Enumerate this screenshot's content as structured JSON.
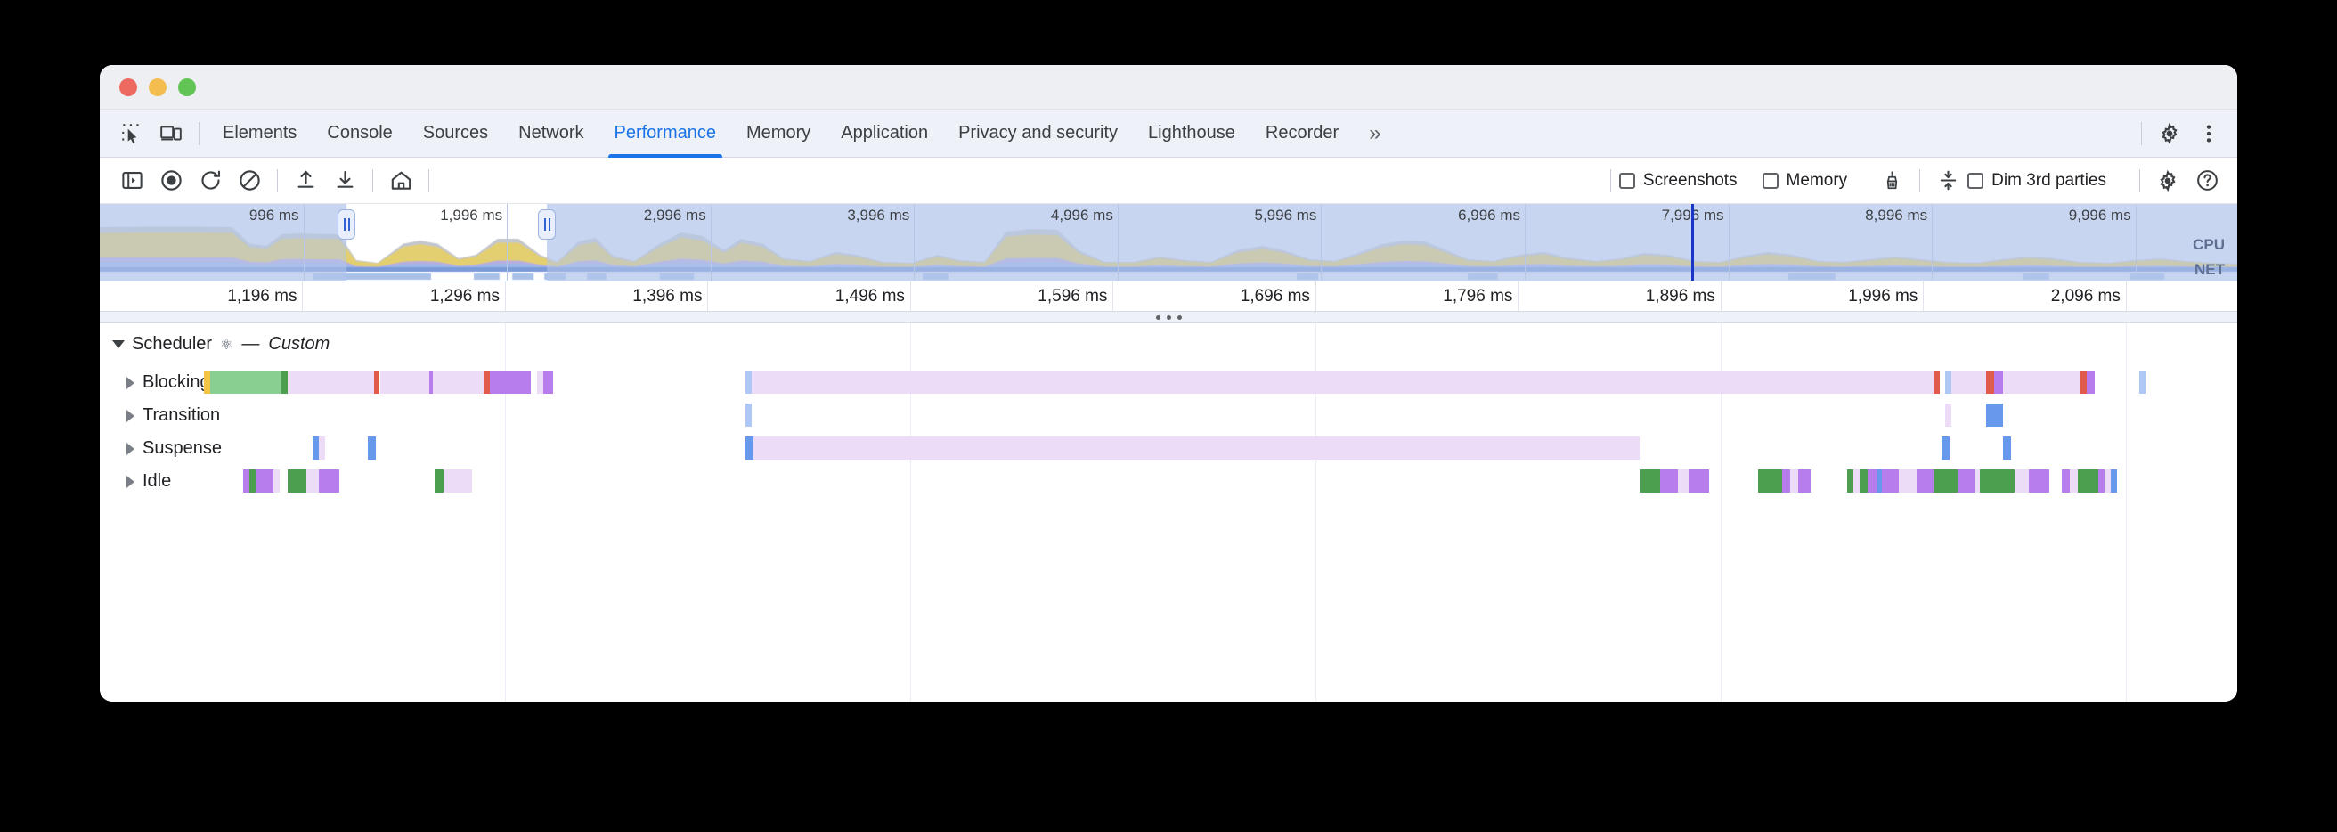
{
  "window": {
    "traffic_lights": [
      "close",
      "minimize",
      "maximize"
    ]
  },
  "tabbar": {
    "left_icons": [
      {
        "name": "inspect-element-icon",
        "label": "Inspect element"
      },
      {
        "name": "device-toolbar-icon",
        "label": "Toggle device toolbar"
      }
    ],
    "tabs": [
      {
        "label": "Elements",
        "active": false
      },
      {
        "label": "Console",
        "active": false
      },
      {
        "label": "Sources",
        "active": false
      },
      {
        "label": "Network",
        "active": false
      },
      {
        "label": "Performance",
        "active": true
      },
      {
        "label": "Memory",
        "active": false
      },
      {
        "label": "Application",
        "active": false
      },
      {
        "label": "Privacy and security",
        "active": false
      },
      {
        "label": "Lighthouse",
        "active": false
      },
      {
        "label": "Recorder",
        "active": false
      }
    ],
    "overflow_label": "»",
    "right_icons": [
      {
        "name": "settings-gear-icon",
        "label": "Settings"
      },
      {
        "name": "more-options-kebab-icon",
        "label": "Customize and control DevTools"
      }
    ]
  },
  "perfbar": {
    "left_icons": [
      {
        "name": "toggle-sidebar-icon",
        "label": "Show sidebar"
      },
      {
        "name": "record-icon",
        "label": "Record"
      },
      {
        "name": "reload-and-record-icon",
        "label": "Record and reload"
      },
      {
        "name": "clear-icon",
        "label": "Clear"
      },
      {
        "name": "upload-profile-icon",
        "label": "Load profile"
      },
      {
        "name": "download-profile-icon",
        "label": "Save profile"
      },
      {
        "name": "home-icon",
        "label": "Go to landing page"
      }
    ],
    "checkboxes": [
      {
        "label": "Screenshots",
        "checked": false
      },
      {
        "label": "Memory",
        "checked": false
      }
    ],
    "gc_icon": {
      "name": "collect-garbage-brush-icon",
      "label": "Collect garbage"
    },
    "collapse_icon": {
      "name": "collapse-tracks-icon",
      "label": "Collapse all tracks"
    },
    "dim_checkbox": {
      "label": "Dim 3rd parties",
      "checked": false
    },
    "right_icons": [
      {
        "name": "capture-settings-gear-icon",
        "label": "Capture settings"
      },
      {
        "name": "help-icon",
        "label": "Help"
      }
    ]
  },
  "overview": {
    "ticks": [
      "996 ms",
      "1,996 ms",
      "2,996 ms",
      "3,996 ms",
      "4,996 ms",
      "5,996 ms",
      "6,996 ms",
      "7,996 ms",
      "8,996 ms",
      "9,996 ms"
    ],
    "cpu_label": "CPU",
    "net_label": "NET",
    "selection": {
      "start_ms": 1196,
      "end_ms": 2196,
      "total_ms": 10500
    },
    "cursor_ms": 7900,
    "colors": {
      "scripting": "#e4cf70",
      "rendering": "#b7aee0",
      "painting": "#9cb6e8",
      "system": "#c3c7cd",
      "net_band": "#7b9ad8",
      "selection_overlay": "#b4c6eb"
    }
  },
  "detail_ruler": {
    "ticks": [
      "1,196 ms",
      "1,296 ms",
      "1,396 ms",
      "1,496 ms",
      "1,596 ms",
      "1,696 ms",
      "1,796 ms",
      "1,896 ms",
      "1,996 ms",
      "2,096 ms"
    ]
  },
  "flame": {
    "group": {
      "label": "Scheduler",
      "icon": "⚛",
      "dash": "—",
      "sub_label": "Custom",
      "expanded": true
    },
    "tracks": [
      {
        "label": "Blocking",
        "expanded": false
      },
      {
        "label": "Transition",
        "expanded": false
      },
      {
        "label": "Suspense",
        "expanded": false
      },
      {
        "label": "Idle",
        "expanded": false
      }
    ],
    "colors": {
      "lavender": "#eddcf8",
      "purple": "#b77ded",
      "green": "#88cf91",
      "green_dark": "#4c9f4e",
      "blue": "#6699ec",
      "blue_light": "#aec7f4",
      "red": "#e05b4b",
      "yellow": "#f5c344"
    },
    "chart_data": {
      "type": "timeline",
      "x_unit": "ms",
      "xlim": [
        1196,
        2196
      ],
      "rows": [
        {
          "name": "Blocking",
          "events": [
            {
              "start": 1235,
              "end": 1238,
              "color": "yellow"
            },
            {
              "start": 1238,
              "end": 1273,
              "color": "green"
            },
            {
              "start": 1273,
              "end": 1276,
              "color": "green_dark"
            },
            {
              "start": 1276,
              "end": 1318,
              "color": "lavender"
            },
            {
              "start": 1318,
              "end": 1321,
              "color": "red"
            },
            {
              "start": 1321,
              "end": 1345,
              "color": "lavender"
            },
            {
              "start": 1345,
              "end": 1347,
              "color": "purple"
            },
            {
              "start": 1347,
              "end": 1372,
              "color": "lavender"
            },
            {
              "start": 1372,
              "end": 1375,
              "color": "red"
            },
            {
              "start": 1375,
              "end": 1377,
              "color": "purple"
            },
            {
              "start": 1377,
              "end": 1395,
              "color": "purple"
            },
            {
              "start": 1398,
              "end": 1401,
              "color": "lavender"
            },
            {
              "start": 1401,
              "end": 1406,
              "color": "purple"
            },
            {
              "start": 1500,
              "end": 1503,
              "color": "blue_light"
            },
            {
              "start": 1503,
              "end": 2082,
              "color": "lavender"
            },
            {
              "start": 2082,
              "end": 2085,
              "color": "red"
            },
            {
              "start": 2088,
              "end": 2091,
              "color": "blue_light"
            },
            {
              "start": 2091,
              "end": 2108,
              "color": "lavender"
            },
            {
              "start": 2108,
              "end": 2112,
              "color": "red"
            },
            {
              "start": 2112,
              "end": 2116,
              "color": "purple"
            },
            {
              "start": 2116,
              "end": 2154,
              "color": "lavender"
            },
            {
              "start": 2154,
              "end": 2157,
              "color": "red"
            },
            {
              "start": 2157,
              "end": 2161,
              "color": "purple"
            },
            {
              "start": 2183,
              "end": 2186,
              "color": "blue_light"
            }
          ]
        },
        {
          "name": "Transition",
          "events": [
            {
              "start": 1500,
              "end": 1503,
              "color": "blue_light"
            },
            {
              "start": 2088,
              "end": 2091,
              "color": "lavender"
            },
            {
              "start": 2108,
              "end": 2116,
              "color": "blue"
            }
          ]
        },
        {
          "name": "Suspense",
          "events": [
            {
              "start": 1288,
              "end": 1291,
              "color": "blue"
            },
            {
              "start": 1291,
              "end": 1294,
              "color": "lavender"
            },
            {
              "start": 1315,
              "end": 1319,
              "color": "blue"
            },
            {
              "start": 1500,
              "end": 1504,
              "color": "blue"
            },
            {
              "start": 1504,
              "end": 1938,
              "color": "lavender"
            },
            {
              "start": 2086,
              "end": 2090,
              "color": "blue"
            },
            {
              "start": 2116,
              "end": 2120,
              "color": "blue"
            }
          ]
        },
        {
          "name": "Idle",
          "events": [
            {
              "start": 1254,
              "end": 1257,
              "color": "purple"
            },
            {
              "start": 1257,
              "end": 1260,
              "color": "green_dark"
            },
            {
              "start": 1260,
              "end": 1269,
              "color": "purple"
            },
            {
              "start": 1269,
              "end": 1272,
              "color": "lavender"
            },
            {
              "start": 1276,
              "end": 1285,
              "color": "green_dark"
            },
            {
              "start": 1285,
              "end": 1291,
              "color": "lavender"
            },
            {
              "start": 1291,
              "end": 1301,
              "color": "purple"
            },
            {
              "start": 1348,
              "end": 1352,
              "color": "green_dark"
            },
            {
              "start": 1352,
              "end": 1366,
              "color": "lavender"
            },
            {
              "start": 1938,
              "end": 1948,
              "color": "green_dark"
            },
            {
              "start": 1948,
              "end": 1957,
              "color": "purple"
            },
            {
              "start": 1957,
              "end": 1962,
              "color": "lavender"
            },
            {
              "start": 1962,
              "end": 1972,
              "color": "purple"
            },
            {
              "start": 1996,
              "end": 2008,
              "color": "green_dark"
            },
            {
              "start": 2008,
              "end": 2012,
              "color": "purple"
            },
            {
              "start": 2012,
              "end": 2016,
              "color": "lavender"
            },
            {
              "start": 2016,
              "end": 2022,
              "color": "purple"
            },
            {
              "start": 2040,
              "end": 2043,
              "color": "green_dark"
            },
            {
              "start": 2043,
              "end": 2046,
              "color": "lavender"
            },
            {
              "start": 2046,
              "end": 2050,
              "color": "green_dark"
            },
            {
              "start": 2050,
              "end": 2054,
              "color": "purple"
            },
            {
              "start": 2054,
              "end": 2057,
              "color": "blue"
            },
            {
              "start": 2057,
              "end": 2065,
              "color": "purple"
            },
            {
              "start": 2065,
              "end": 2074,
              "color": "lavender"
            },
            {
              "start": 2074,
              "end": 2082,
              "color": "purple"
            },
            {
              "start": 2082,
              "end": 2094,
              "color": "green_dark"
            },
            {
              "start": 2094,
              "end": 2102,
              "color": "purple"
            },
            {
              "start": 2102,
              "end": 2105,
              "color": "lavender"
            },
            {
              "start": 2105,
              "end": 2122,
              "color": "green_dark"
            },
            {
              "start": 2122,
              "end": 2129,
              "color": "lavender"
            },
            {
              "start": 2129,
              "end": 2139,
              "color": "purple"
            },
            {
              "start": 2145,
              "end": 2149,
              "color": "purple"
            },
            {
              "start": 2149,
              "end": 2153,
              "color": "lavender"
            },
            {
              "start": 2153,
              "end": 2163,
              "color": "green_dark"
            },
            {
              "start": 2163,
              "end": 2166,
              "color": "purple"
            },
            {
              "start": 2166,
              "end": 2169,
              "color": "lavender"
            },
            {
              "start": 2169,
              "end": 2172,
              "color": "blue"
            }
          ]
        }
      ]
    }
  }
}
